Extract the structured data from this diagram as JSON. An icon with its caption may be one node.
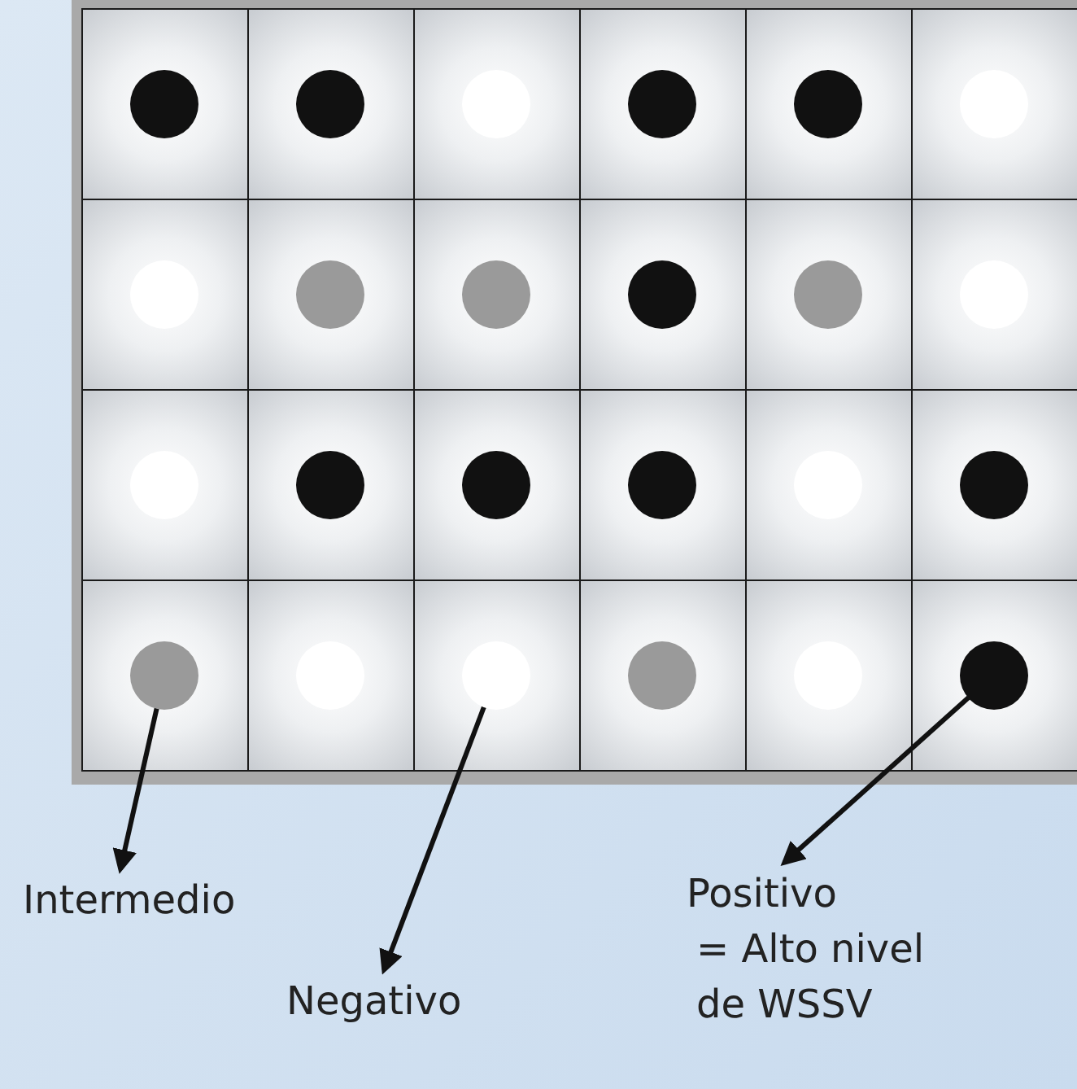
{
  "diagram": {
    "nodes": [
      {
        "text": [],
        "shape": "circle"
      },
      {
        "text": [],
        "shape": "circle"
      },
      {
        "text": [],
        "shape": "circle"
      },
      {
        "text": [],
        "shape": "circle"
      },
      {
        "text": [],
        "shape": "circle"
      },
      {
        "text": [],
        "shape": "circle"
      },
      {
        "text": [],
        "shape": "circle"
      },
      {
        "text": [],
        "shape": "circle"
      },
      {
        "text": [],
        "shape": "circle"
      },
      {
        "text": [],
        "shape": "circle"
      },
      {
        "text": [],
        "shape": "circle"
      },
      {
        "text": [],
        "shape": "circle"
      },
      {
        "text": [],
        "shape": "circle"
      },
      {
        "text": [],
        "shape": "circle"
      },
      {
        "text": [],
        "shape": "circle"
      },
      {
        "text": [],
        "shape": "circle"
      },
      {
        "text": [],
        "shape": "circle"
      },
      {
        "text": [],
        "shape": "circle"
      },
      {
        "text": [],
        "shape": "circle"
      },
      {
        "text": [],
        "shape": "circle"
      },
      {
        "text": [],
        "shape": "circle"
      },
      {
        "text": [],
        "shape": "circle"
      },
      {
        "text": [],
        "shape": "circle"
      },
      {
        "text": [],
        "shape": "circle"
      },
      {
        "text": [
          "Intermedio"
        ]
      },
      {
        "text": [
          "Negativo"
        ]
      },
      {
        "text": [
          "Positivo",
          "= Alto nivel de WSSV"
        ]
      }
    ],
    "edges": [
      {
        "from": 18,
        "to": 24,
        "arrow": "to"
      },
      {
        "from": 20,
        "to": 25,
        "arrow": "to"
      },
      {
        "from": 23,
        "to": 26,
        "arrow": "to"
      }
    ]
  }
}
